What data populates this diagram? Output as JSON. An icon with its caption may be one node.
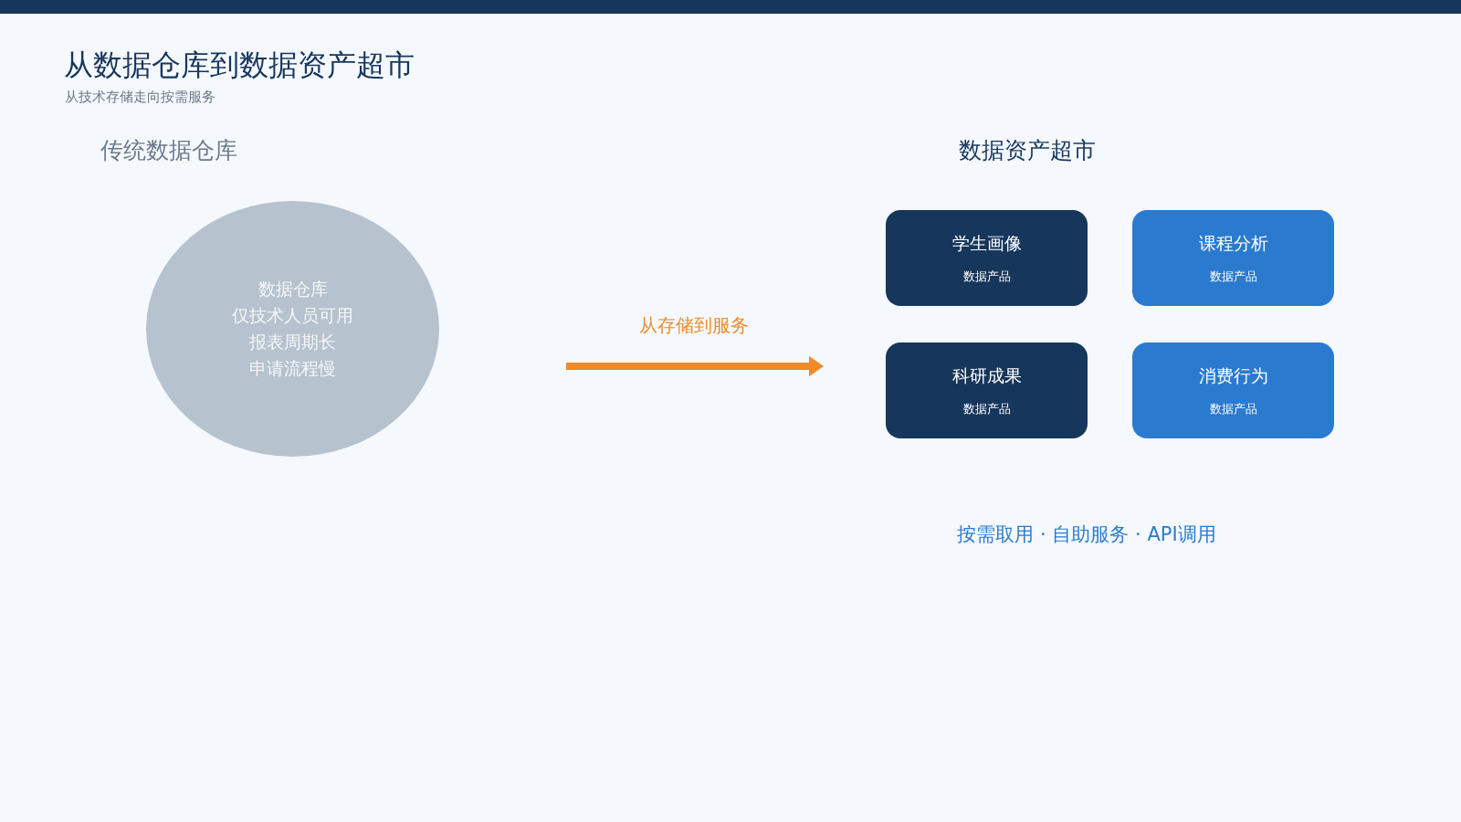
{
  "diagram": {
    "title": "从数据仓库到数据资产超市",
    "nodes": [
      {
        "text": [
          "数据仓库",
          "仅技术人员可用",
          "报表周期长",
          "申请流程慢"
        ]
      },
      {
        "text": [
          "学生画像",
          "数据产品"
        ]
      },
      {
        "text": [
          "课程分析",
          "数据产品"
        ]
      },
      {
        "text": [
          "科研成果",
          "数据产品"
        ]
      },
      {
        "text": [
          "消费行为",
          "数据产品"
        ]
      }
    ],
    "labels": [
      "从技术存储走向按需服务",
      "传统数据仓库",
      "从存储到服务",
      "数据资产超市",
      "按需取用 · 自助服务 · API调用"
    ]
  }
}
